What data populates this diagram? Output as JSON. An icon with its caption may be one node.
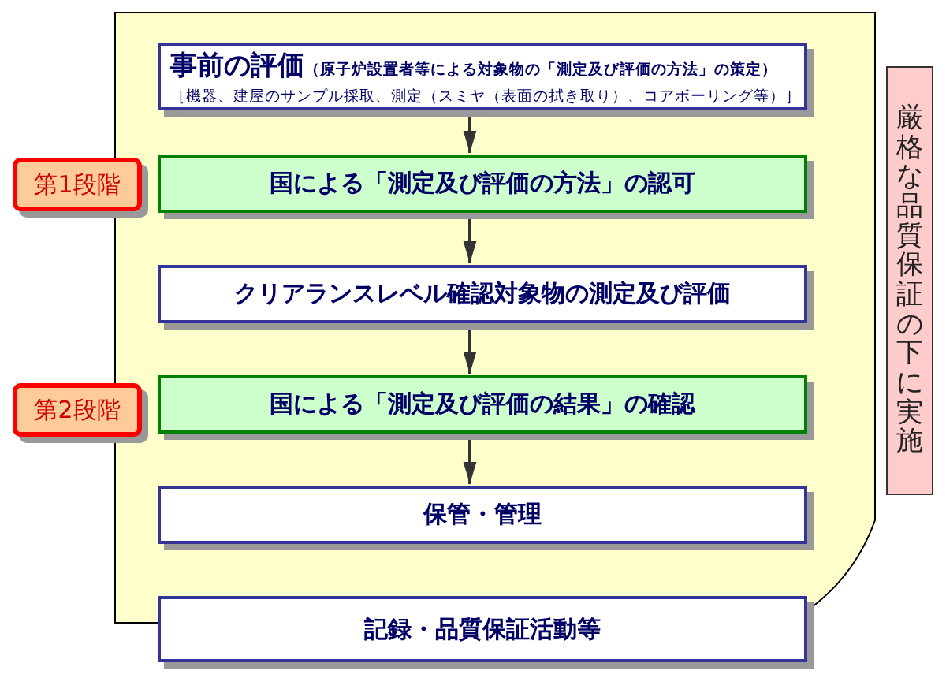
{
  "diagram": {
    "nodes": [
      {
        "text": [
          "事前の評価",
          "（原子炉設置者等による対象物の「測定及び評価の方法」の策定）",
          "［機器、建屋のサンプル採取、測定（スミヤ（表面の拭き取り）、コアボーリング等）］"
        ]
      },
      {
        "text": [
          "国による「測定及び評価の方法」の認可"
        ]
      },
      {
        "text": [
          "クリアランスレベル確認対象物の測定及び評価"
        ]
      },
      {
        "text": [
          "国による「測定及び評価の結果」の確認"
        ]
      },
      {
        "text": [
          "保管・管理"
        ]
      },
      {
        "text": [
          "記録・品質保証活動等"
        ]
      },
      {
        "text": [
          "第1段階"
        ]
      },
      {
        "text": [
          "第2段階"
        ]
      },
      {
        "text": [
          "厳格な品質保証の下に実施"
        ]
      }
    ],
    "edges": [
      {
        "from": 0,
        "to": 1,
        "arrow": "to"
      },
      {
        "from": 1,
        "to": 2,
        "arrow": "to"
      },
      {
        "from": 2,
        "to": 3,
        "arrow": "to"
      },
      {
        "from": 3,
        "to": 4,
        "arrow": "to"
      }
    ]
  }
}
